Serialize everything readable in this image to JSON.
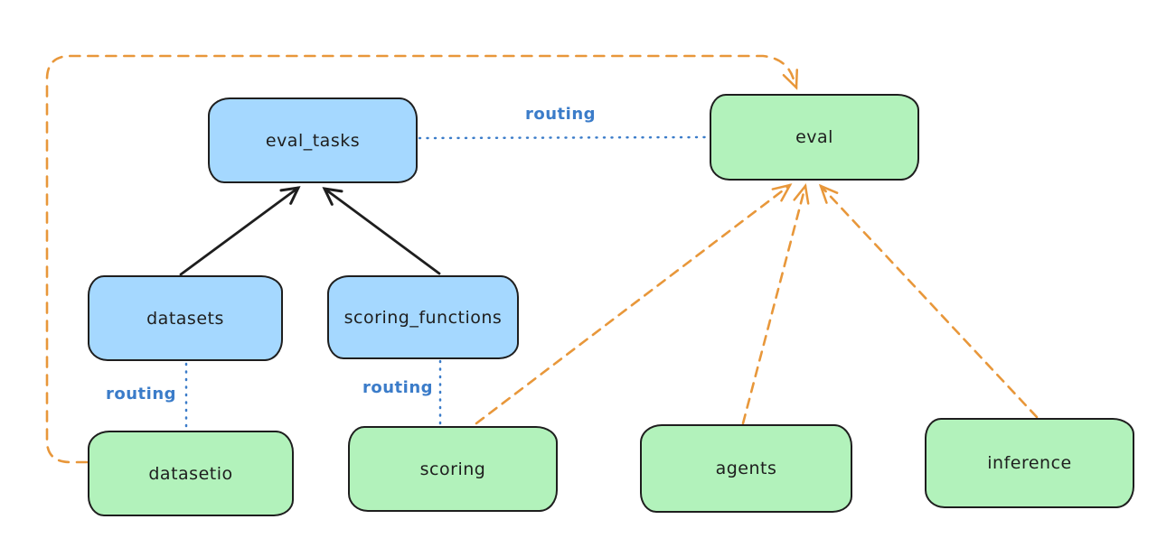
{
  "diagram": {
    "colors": {
      "background": "#ffffff",
      "ink": "#1e1e1e",
      "blue_fill": "#a5d8ff",
      "green_fill": "#b2f2bb",
      "routing_blue": "#3b7cc9",
      "orange": "#e8973a"
    },
    "nodes": {
      "eval_tasks": {
        "label": "eval_tasks",
        "color": "blue"
      },
      "eval": {
        "label": "eval",
        "color": "green"
      },
      "datasets": {
        "label": "datasets",
        "color": "blue"
      },
      "scoring_functions": {
        "label": "scoring_functions",
        "color": "blue"
      },
      "datasetio": {
        "label": "datasetio",
        "color": "green"
      },
      "scoring": {
        "label": "scoring",
        "color": "green"
      },
      "agents": {
        "label": "agents",
        "color": "green"
      },
      "inference": {
        "label": "inference",
        "color": "green"
      }
    },
    "edges": [
      {
        "from": "datasets",
        "to": "eval_tasks",
        "style": "solid",
        "color": "black",
        "arrow": true
      },
      {
        "from": "scoring_functions",
        "to": "eval_tasks",
        "style": "solid",
        "color": "black",
        "arrow": true
      },
      {
        "from": "eval_tasks",
        "to": "eval",
        "style": "dotted",
        "color": "blue",
        "label": "routing",
        "arrow": false
      },
      {
        "from": "datasets",
        "to": "datasetio",
        "style": "dotted",
        "color": "blue",
        "label": "routing",
        "arrow": false
      },
      {
        "from": "scoring_functions",
        "to": "scoring",
        "style": "dotted",
        "color": "blue",
        "label": "routing",
        "arrow": false
      },
      {
        "from": "datasetio",
        "to": "eval",
        "style": "dashed",
        "color": "orange",
        "arrow": true
      },
      {
        "from": "scoring",
        "to": "eval",
        "style": "dashed",
        "color": "orange",
        "arrow": true
      },
      {
        "from": "agents",
        "to": "eval",
        "style": "dashed",
        "color": "orange",
        "arrow": true
      },
      {
        "from": "inference",
        "to": "eval",
        "style": "dashed",
        "color": "orange",
        "arrow": true
      }
    ]
  }
}
